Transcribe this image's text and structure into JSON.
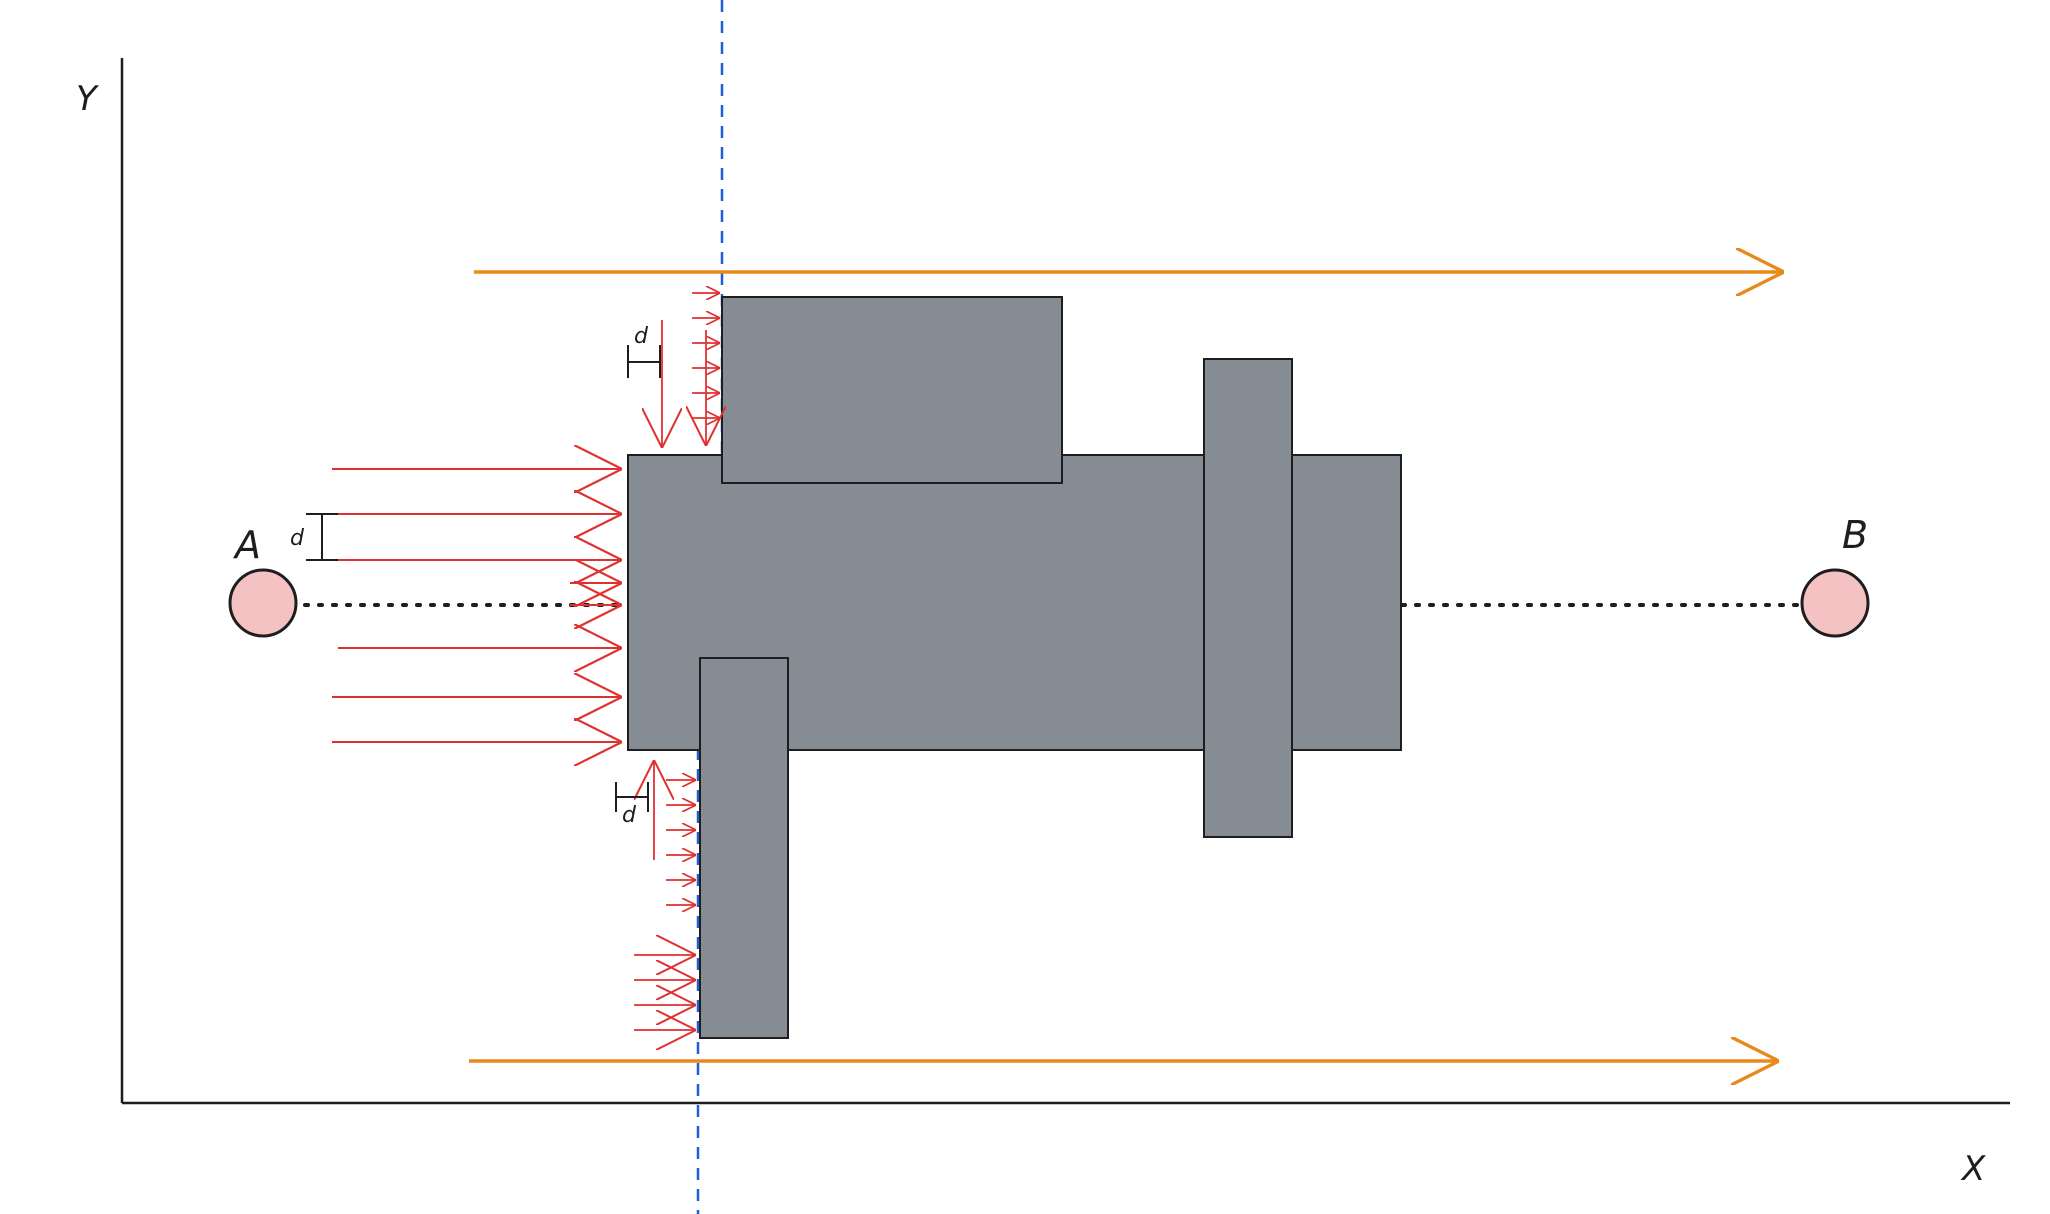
{
  "axes": {
    "y_label": "Y",
    "x_label": "X"
  },
  "points": {
    "a_label": "A",
    "b_label": "B"
  },
  "spacing_label": "d",
  "colors": {
    "obstacle": "#868c94",
    "outline": "#1e1e1e",
    "ray": "#e03131",
    "flow": "#e8891c",
    "guide": "#1c5fd6",
    "point_fill": "#f4c2c2"
  }
}
